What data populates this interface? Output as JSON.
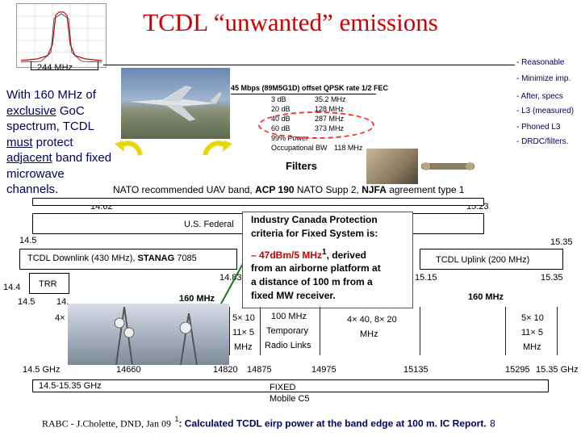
{
  "title": "TCDL “unwanted” emissions",
  "spectrum_label": "244 MHz",
  "intro_text": {
    "line1": "With 160 MHz of",
    "line2_underlined": "exclusive",
    "line2_rest": " GoC",
    "line3": "spectrum, TCDL",
    "line4_underlined": "must",
    "line4_rest": " protect",
    "line5_underlined": "adjacent",
    "line5_rest": " band fixed",
    "line6": "microwave",
    "line7": "channels."
  },
  "notes": [
    "- Reasonable",
    "- Minimize imp.",
    "- After, specs",
    "- L3 (measured)",
    "- Phoned L3",
    "- DRDC/filters."
  ],
  "fec_table": {
    "header": "45 Mbps (89M5G1D) offset QPSK rate 1/2 FEC",
    "rows": [
      {
        "label": "3 dB",
        "value": "35.2 MHz"
      },
      {
        "label": "20 dB",
        "value": "128 MHz"
      },
      {
        "label": "40 dB",
        "value": "287 MHz"
      },
      {
        "label": "60 dB",
        "value": "373 MHz"
      },
      {
        "label": "99% Power",
        "value": ""
      },
      {
        "label": "Occupational BW",
        "value": "118 MHz"
      }
    ]
  },
  "filters_label": "Filters",
  "nato_line_pre": "NATO recommended UAV band, ",
  "nato_line_bold1": "ACP 190",
  "nato_line_mid": " NATO Supp 2, ",
  "nato_line_bold2": "NJFA",
  "nato_line_post": " agreement type 1",
  "freq": {
    "f1462": "14.62",
    "f1523": "15.23",
    "f145a": "14.5",
    "f1535a": "15.35",
    "f144": "14.4",
    "f145b": "14.5",
    "f14c": "14.",
    "f1483": "14.83",
    "f1515": "15.15",
    "f1535b": "15.35"
  },
  "us_federal": "U.S. Federal",
  "downlink_pre": "TCDL Downlink (430 MHz), ",
  "downlink_bold": "STANAG",
  "downlink_post": " 7085",
  "uplink": "TCDL Uplink (200 MHz)",
  "trr": "TRR",
  "mhz160_left": "160 MHz",
  "mhz160_right": "160 MHz",
  "ic_box": {
    "title1": "Industry Canada Protection",
    "title2": "criteria for Fixed System is:",
    "line1_red": "– 47dBm/5 MHz",
    "line1_sup": "1",
    "line1_rest": ", derived",
    "line2": "from an airborne platform at",
    "line3": "a distance of 100 m from a",
    "line4": "fixed MW receiver."
  },
  "channels": {
    "c4x": "4×",
    "c5x10a": "5× 10",
    "c11x5a": "11× 5",
    "mhz_a": "MHz",
    "radio1": "100 MHz",
    "radio2": "Temporary",
    "radio3": "Radio Links",
    "c4x40": "4× 40, 8× 20",
    "mhz_b": "MHz",
    "c5x10b": "5× 10",
    "c11x5b": "11× 5",
    "mhz_c": "MHz"
  },
  "bottom_freqs": {
    "b1": "14.5 GHz",
    "b2": "14660",
    "b3": "14820",
    "b4": "14875",
    "b5": "14975",
    "b6": "15135",
    "b7": "15295",
    "b8": "15.35 GHz"
  },
  "range_label": "14.5-15.35 GHz",
  "fixed_label1": "FIXED",
  "fixed_label2": "Mobile C5",
  "footer_left": "RABC - J.Cholette, DND, Jan 09",
  "footer_sup": "1",
  "footer_right": ": Calculated TCDL eirp power at the band edge at 100 m. IC Report.",
  "page_number": "8",
  "colors": {
    "title": "#cc0000",
    "accent_red": "#cc0000",
    "text_blue": "#000060",
    "arrow_yellow": "#e6d800",
    "ellipse_red": "#ff2a2a"
  }
}
